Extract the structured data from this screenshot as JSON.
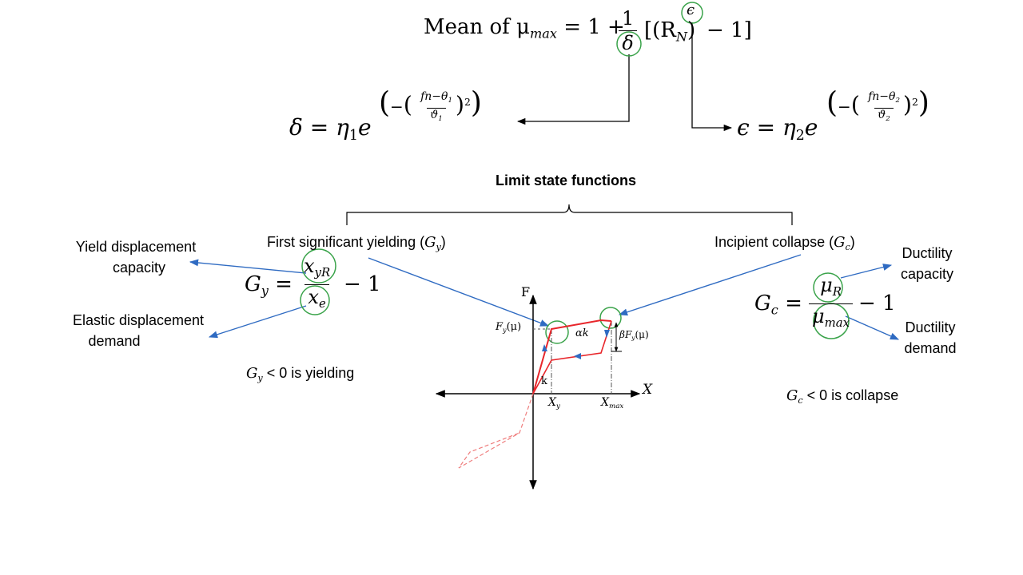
{
  "top_equation": {
    "lhs": "Mean of μ",
    "lhs_sub": "max",
    "rhs_prefix": "= 1 +",
    "frac_num": "1",
    "frac_den": "δ",
    "bracket_open": "[(R",
    "bracket_sub": "N",
    "bracket_close": ")",
    "exponent": "ϵ",
    "tail": "− 1]"
  },
  "delta_equation": {
    "lhs": "δ = η",
    "lhs_sub": "1",
    "base": "e",
    "exp_num": "fn−θ",
    "exp_num_sub": "1",
    "exp_den": "ϑ",
    "exp_den_sub": "1"
  },
  "epsilon_equation": {
    "lhs": "ϵ = η",
    "lhs_sub": "2",
    "base": "e",
    "exp_num": "fn−θ",
    "exp_num_sub": "2",
    "exp_den": "ϑ",
    "exp_den_sub": "2"
  },
  "heading": "Limit state functions",
  "first_yield": {
    "text": "First significant yielding (",
    "symbol": "G",
    "sub": "y",
    "close": ")"
  },
  "collapse": {
    "text": "Incipient collapse (",
    "symbol": "G",
    "sub": "c",
    "close": ")"
  },
  "gy_equation": {
    "lhs": "G",
    "lhs_sub": "y",
    "eq": "=",
    "num": "x",
    "num_sub": "yR",
    "den": "x",
    "den_sub": "e",
    "tail": "− 1"
  },
  "gc_equation": {
    "lhs": "G",
    "lhs_sub": "c",
    "eq": "=",
    "num": "μ",
    "num_sub": "R",
    "den": "μ",
    "den_sub": "max",
    "tail": "− 1"
  },
  "labels": {
    "yield_capacity_1": "Yield displacement",
    "yield_capacity_2": "capacity",
    "elastic_demand_1": "Elastic displacement",
    "elastic_demand_2": "demand",
    "ductility_capacity_1": "Ductility",
    "ductility_capacity_2": "capacity",
    "ductility_demand_1": "Ductility",
    "ductility_demand_2": "demand"
  },
  "gy_condition": {
    "symbol": "G",
    "sub": "y",
    "text": " < 0 is yielding"
  },
  "gc_condition": {
    "symbol": "G",
    "sub": "c",
    "text": " < 0 is collapse"
  },
  "plot": {
    "f_axis": "F",
    "x_axis": "X",
    "fy_label": "F",
    "fy_sub": "y",
    "fy_arg": "(μ)",
    "alpha_k": "αk",
    "beta_label": "βF",
    "beta_sub": "y",
    "beta_arg": "(μ)",
    "k_label": "k",
    "xy_label": "X",
    "xy_sub": "y",
    "xmax_label": "X",
    "xmax_sub": "max"
  },
  "colors": {
    "curve": "#e8262b",
    "arrow_blue": "#2f6bc2",
    "circle_green": "#3aa34a",
    "dashed_red": "#ef7d7d"
  }
}
